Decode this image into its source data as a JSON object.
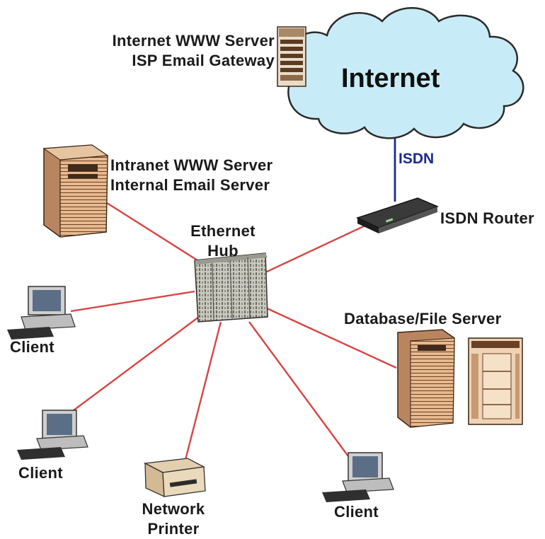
{
  "diagram": {
    "cloud": {
      "label": "Internet",
      "fill": "#c8ecf7",
      "stroke": "#2b2b2b"
    },
    "link_labels": {
      "isdn": "ISDN"
    },
    "colors": {
      "lan_link": "#d64545",
      "wan_link": "#1d2a8c",
      "tower_body": "#e7b98f",
      "tower_dark": "#7a4a2a"
    },
    "nodes": {
      "internet_server": {
        "lines": [
          "Internet WWW Server",
          "ISP Email Gateway"
        ],
        "icon": "server-rack-icon"
      },
      "intranet_server": {
        "lines": [
          "Intranet WWW Server",
          "Internal Email Server"
        ],
        "icon": "tower-server-icon"
      },
      "isdn_router": {
        "label": "ISDN Router",
        "icon": "router-icon"
      },
      "ethernet_hub": {
        "lines": [
          "Ethernet",
          "Hub"
        ],
        "icon": "hub-icon"
      },
      "database_server": {
        "label": "Database/File Server",
        "icon": "tower-server-icon"
      },
      "client_1": {
        "label": "Client",
        "icon": "computer-icon"
      },
      "client_2": {
        "label": "Client",
        "icon": "computer-icon"
      },
      "client_3": {
        "label": "Client",
        "icon": "computer-icon"
      },
      "network_printer": {
        "lines": [
          "Network",
          "Printer"
        ],
        "icon": "printer-icon"
      }
    }
  }
}
